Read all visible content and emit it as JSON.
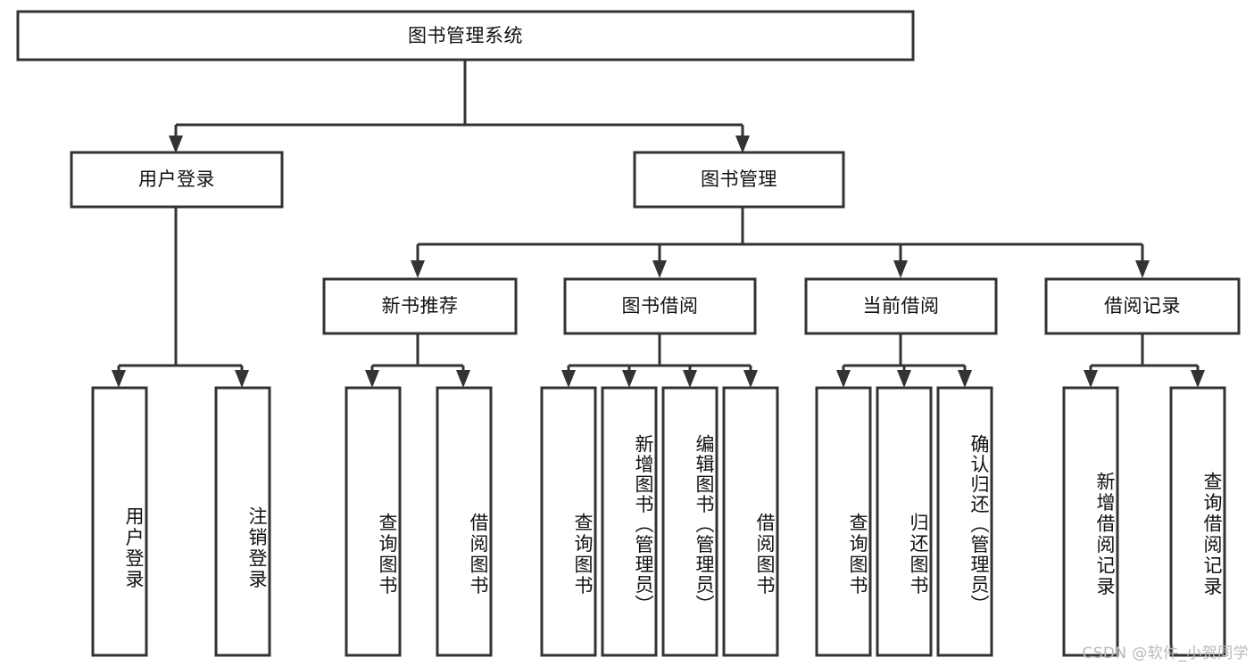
{
  "diagram": {
    "type": "hierarchy-tree",
    "title": "图书管理系统",
    "orientation": "top-down",
    "colors": {
      "box_stroke": "#333333",
      "box_fill": "#ffffff",
      "text": "#111111",
      "background": "#ffffff",
      "watermark": "#b9b9b9"
    },
    "root": {
      "id": "root",
      "label": "图书管理系统",
      "text_orientation": "horizontal"
    },
    "level2": [
      {
        "id": "user-login",
        "label": "用户登录",
        "text_orientation": "horizontal"
      },
      {
        "id": "book-manage",
        "label": "图书管理",
        "text_orientation": "horizontal"
      }
    ],
    "level3": [
      {
        "id": "new-book-recommend",
        "label": "新书推荐",
        "text_orientation": "horizontal",
        "parent": "book-manage"
      },
      {
        "id": "book-borrow",
        "label": "图书借阅",
        "text_orientation": "horizontal",
        "parent": "book-manage"
      },
      {
        "id": "current-borrow",
        "label": "当前借阅",
        "text_orientation": "horizontal",
        "parent": "book-manage"
      },
      {
        "id": "borrow-record",
        "label": "借阅记录",
        "text_orientation": "horizontal",
        "parent": "book-manage"
      }
    ],
    "leaves": [
      {
        "id": "leaf-user-login",
        "label": "用户登录",
        "text_orientation": "vertical",
        "parent": "user-login"
      },
      {
        "id": "leaf-user-logout",
        "label": "注销登录",
        "text_orientation": "vertical",
        "parent": "user-login"
      },
      {
        "id": "leaf-query-book-1",
        "label": "查询图书",
        "text_orientation": "vertical",
        "parent": "new-book-recommend"
      },
      {
        "id": "leaf-borrow-book-1",
        "label": "借阅图书",
        "text_orientation": "vertical",
        "parent": "new-book-recommend"
      },
      {
        "id": "leaf-query-book-2",
        "label": "查询图书",
        "text_orientation": "vertical",
        "parent": "book-borrow"
      },
      {
        "id": "leaf-add-book",
        "label": "新增图书（管理员）",
        "text_orientation": "vertical",
        "parent": "book-borrow"
      },
      {
        "id": "leaf-edit-book",
        "label": "编辑图书（管理员）",
        "text_orientation": "vertical",
        "parent": "book-borrow"
      },
      {
        "id": "leaf-borrow-book-2",
        "label": "借阅图书",
        "text_orientation": "vertical",
        "parent": "book-borrow"
      },
      {
        "id": "leaf-query-book-3",
        "label": "查询图书",
        "text_orientation": "vertical",
        "parent": "current-borrow"
      },
      {
        "id": "leaf-return-book",
        "label": "归还图书",
        "text_orientation": "vertical",
        "parent": "current-borrow"
      },
      {
        "id": "leaf-confirm-return",
        "label": "确认归还（管理员）",
        "text_orientation": "vertical",
        "parent": "current-borrow"
      },
      {
        "id": "leaf-add-record",
        "label": "新增借阅记录",
        "text_orientation": "vertical",
        "parent": "borrow-record"
      },
      {
        "id": "leaf-query-record",
        "label": "查询借阅记录",
        "text_orientation": "vertical",
        "parent": "borrow-record"
      }
    ]
  },
  "watermark": {
    "text": "CSDN @软件_小贺同学"
  }
}
